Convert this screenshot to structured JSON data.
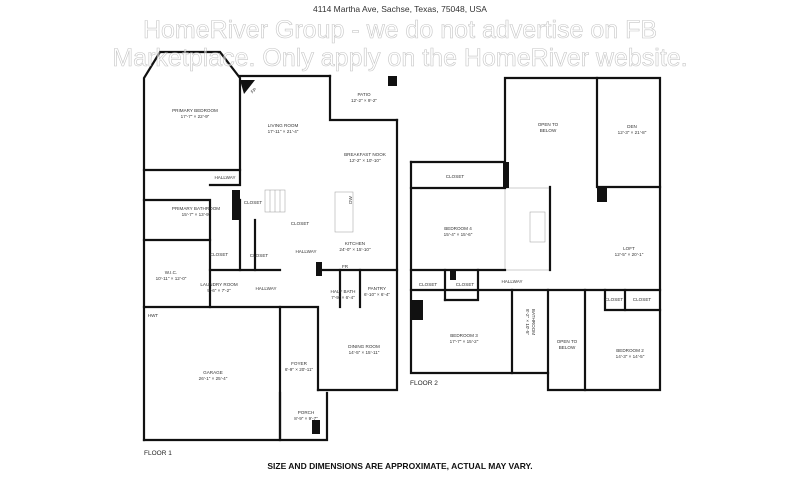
{
  "header": {
    "address": "4114 Martha Ave, Sachse, Texas, 75048, USA"
  },
  "floor1": {
    "label": "FLOOR 1",
    "rooms": [
      {
        "name": "PRIMARY BEDROOM",
        "dims": "17'-7\" × 22'-9\""
      },
      {
        "name": "LIVING ROOM",
        "dims": "17'-11\" × 21'-4\""
      },
      {
        "name": "PATIO",
        "dims": "12'-2\" × 9'-2\""
      },
      {
        "name": "BREAKFAST NOOK",
        "dims": "12'-2\" × 10'-10\""
      },
      {
        "name": "HALLWAY",
        "dims": ""
      },
      {
        "name": "PRIMARY BATHROOM",
        "dims": "15'-7\" × 13'-9\""
      },
      {
        "name": "CLOSET",
        "dims": ""
      },
      {
        "name": "CLOSET",
        "dims": ""
      },
      {
        "name": "KITCHEN",
        "dims": "24'-0\" × 15'-10\""
      },
      {
        "name": "HALLWAY",
        "dims": ""
      },
      {
        "name": "CLOSET",
        "dims": ""
      },
      {
        "name": "CLOSET",
        "dims": ""
      },
      {
        "name": "W.I.C.",
        "dims": "10'-11\" × 12'-0\""
      },
      {
        "name": "LAUNDRY ROOM",
        "dims": "9'-6\" × 7'-2\""
      },
      {
        "name": "HALLWAY",
        "dims": ""
      },
      {
        "name": "HALF BATH",
        "dims": "7'-9\" × 6'-4\""
      },
      {
        "name": "PANTRY",
        "dims": "6'-10\" × 6'-4\""
      },
      {
        "name": "HWT",
        "dims": ""
      },
      {
        "name": "DINING ROOM",
        "dims": "14'-5\" × 15'-11\""
      },
      {
        "name": "FOYER",
        "dims": "6'-9\" × 20'-11\""
      },
      {
        "name": "GARAGE",
        "dims": "26'-1\" × 25'-4\""
      },
      {
        "name": "PORCH",
        "dims": "8'-9\" × 9'-7\""
      }
    ],
    "fixtures": {
      "fireplace": "FP",
      "dishwasher": "DW",
      "fridge": "FR"
    }
  },
  "floor2": {
    "label": "FLOOR 2",
    "rooms": [
      {
        "name": "OPEN TO BELOW",
        "dims": ""
      },
      {
        "name": "DEN",
        "dims": "12'-3\" × 21'-8\""
      },
      {
        "name": "CLOSET",
        "dims": ""
      },
      {
        "name": "BEDROOM 4",
        "dims": "15'-4\" × 15'-6\""
      },
      {
        "name": "LOFT",
        "dims": "12'-5\" × 20'-1\""
      },
      {
        "name": "HALLWAY",
        "dims": ""
      },
      {
        "name": "CLOSET",
        "dims": ""
      },
      {
        "name": "CLOSET",
        "dims": ""
      },
      {
        "name": "BATHROOM",
        "dims": "8'-2\" × 10'-5\""
      },
      {
        "name": "BEDROOM 3",
        "dims": "17'-7\" × 15'-2\""
      },
      {
        "name": "OPEN TO BELOW",
        "dims": ""
      },
      {
        "name": "CLOSET",
        "dims": ""
      },
      {
        "name": "CLOSET",
        "dims": ""
      },
      {
        "name": "BEDROOM 2",
        "dims": "14'-3\" × 14'-5\""
      }
    ]
  },
  "watermark": {
    "line1": "HomeRiver Group - we do not advertise on FB",
    "line2": "Marketplace. Only apply on the HomeRiver website."
  },
  "footer": {
    "disclaimer": "SIZE AND DIMENSIONS ARE APPROXIMATE, ACTUAL MAY VARY."
  }
}
